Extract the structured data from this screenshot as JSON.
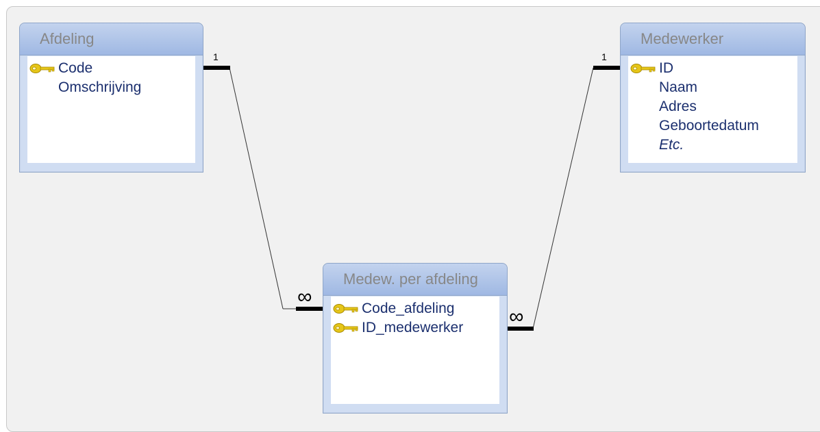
{
  "diagram": {
    "tables": [
      {
        "title": "Afdeling",
        "fields": [
          {
            "name": "Code",
            "key": true,
            "italic": false
          },
          {
            "name": "Omschrijving",
            "key": false,
            "italic": false
          }
        ]
      },
      {
        "title": "Medewerker",
        "fields": [
          {
            "name": "ID",
            "key": true,
            "italic": false
          },
          {
            "name": "Naam",
            "key": false,
            "italic": false
          },
          {
            "name": "Adres",
            "key": false,
            "italic": false
          },
          {
            "name": "Geboortedatum",
            "key": false,
            "italic": false
          },
          {
            "name": "Etc.",
            "key": false,
            "italic": true
          }
        ]
      },
      {
        "title": "Medew. per afdeling",
        "fields": [
          {
            "name": "Code_afdeling",
            "key": true,
            "italic": false
          },
          {
            "name": "ID_medewerker",
            "key": true,
            "italic": false
          }
        ]
      }
    ],
    "relationships": [
      {
        "from_table": "Afdeling",
        "from_field": "Code",
        "from_card": "1",
        "to_table": "Medew. per afdeling",
        "to_field": "Code_afdeling",
        "to_card": "∞"
      },
      {
        "from_table": "Medewerker",
        "from_field": "ID",
        "from_card": "1",
        "to_table": "Medew. per afdeling",
        "to_field": "ID_medewerker",
        "to_card": "∞"
      }
    ],
    "colors": {
      "title_text": "#878787",
      "field_text": "#1b2f6e",
      "table_frame": "#d0ddf2",
      "header_gradient_top": "#c3d3ee",
      "header_gradient_bottom": "#9fb8e3",
      "background": "#f1f1f1",
      "key_icon": "#e6c619"
    }
  }
}
